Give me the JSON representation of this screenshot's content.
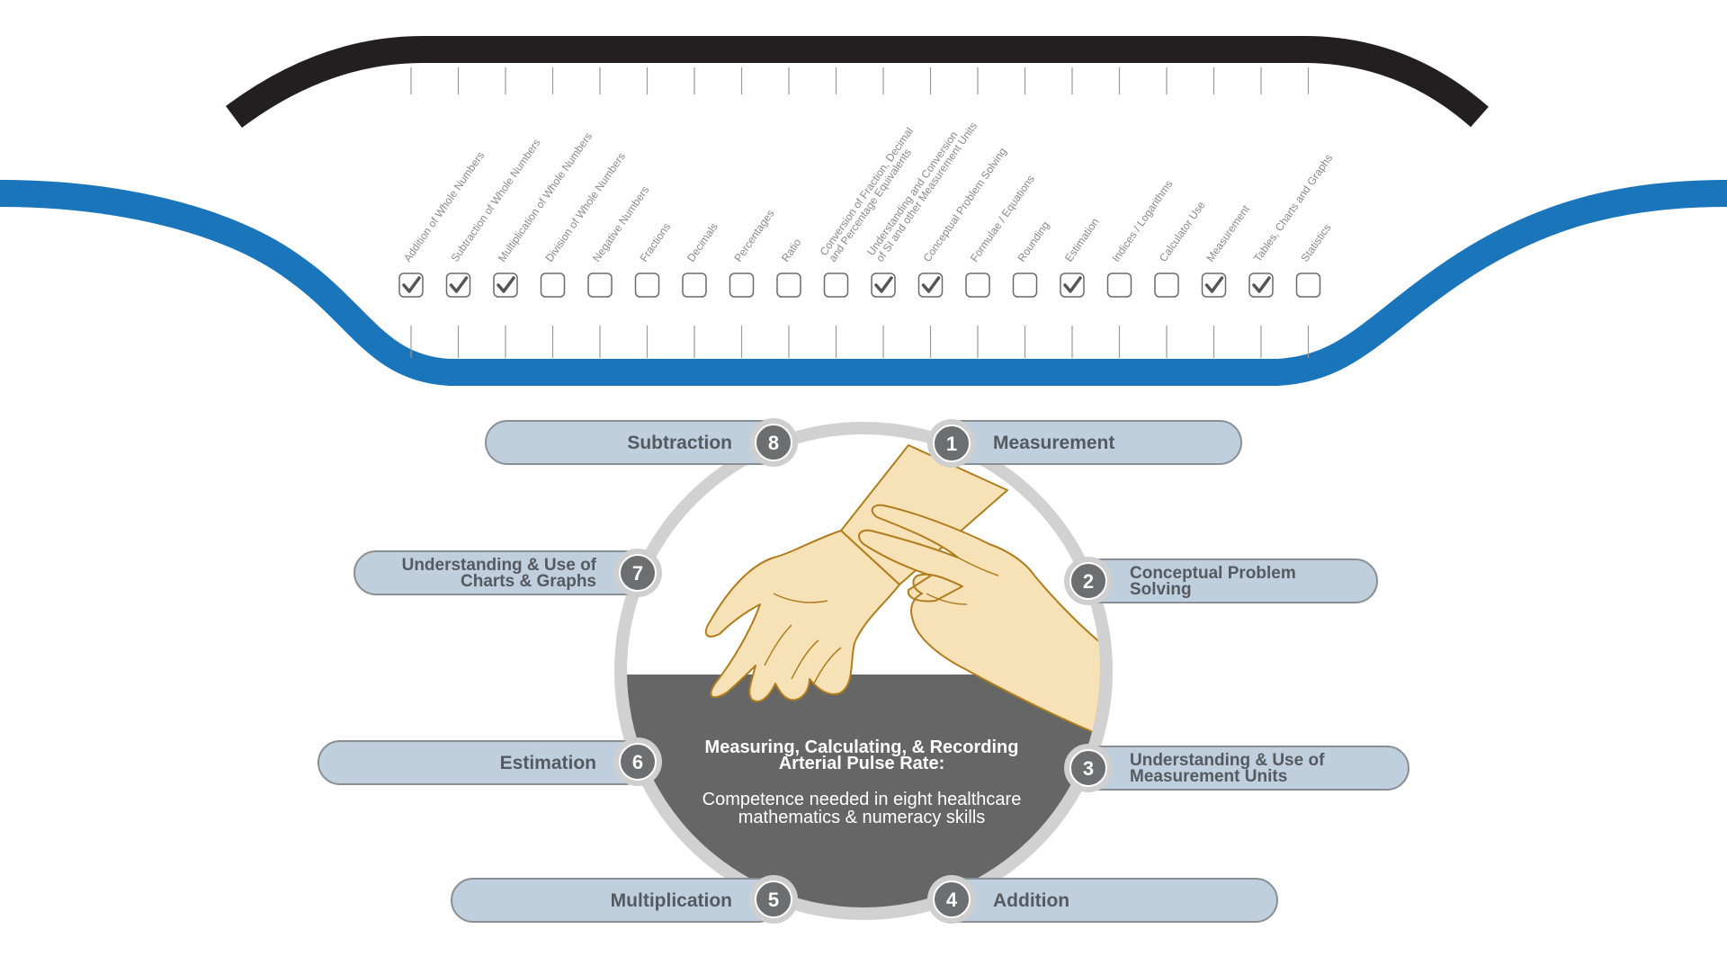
{
  "skills_strip": {
    "skills": [
      {
        "label": [
          "Addition of Whole Numbers"
        ],
        "checked": true
      },
      {
        "label": [
          "Subtraction of Whole Numbers"
        ],
        "checked": true
      },
      {
        "label": [
          "Multiplication of Whole Numbers"
        ],
        "checked": true
      },
      {
        "label": [
          "Division of Whole Numbers"
        ],
        "checked": false
      },
      {
        "label": [
          "Negative Numbers"
        ],
        "checked": false
      },
      {
        "label": [
          "Fractions"
        ],
        "checked": false
      },
      {
        "label": [
          "Decimals"
        ],
        "checked": false
      },
      {
        "label": [
          "Percentages"
        ],
        "checked": false
      },
      {
        "label": [
          "Ratio"
        ],
        "checked": false
      },
      {
        "label": [
          "Conversion of Fraction, Decimal",
          "and Percentage Equivalents"
        ],
        "checked": false
      },
      {
        "label": [
          "Understanding and Conversion",
          "of SI and other Measurement Units"
        ],
        "checked": true
      },
      {
        "label": [
          "Conceptual Problem Solving"
        ],
        "checked": true
      },
      {
        "label": [
          "Formulae / Equations"
        ],
        "checked": false
      },
      {
        "label": [
          "Rounding"
        ],
        "checked": false
      },
      {
        "label": [
          "Estimation"
        ],
        "checked": true
      },
      {
        "label": [
          "Indices / Logarithms"
        ],
        "checked": false
      },
      {
        "label": [
          "Calculator Use"
        ],
        "checked": false
      },
      {
        "label": [
          "Measurement"
        ],
        "checked": true
      },
      {
        "label": [
          "Tables, Charts and Graphs"
        ],
        "checked": true
      },
      {
        "label": [
          "Statistics"
        ],
        "checked": false
      }
    ]
  },
  "diagram": {
    "center": {
      "title": [
        "Measuring, Calculating, & Recording",
        "Arterial Pulse Rate:"
      ],
      "subtitle": [
        "Competence needed in eight healthcare",
        "mathematics & numeracy skills"
      ]
    },
    "skills": [
      {
        "number": "1",
        "label": [
          "Measurement"
        ]
      },
      {
        "number": "2",
        "label": [
          "Conceptual Problem",
          "Solving"
        ]
      },
      {
        "number": "3",
        "label": [
          "Understanding & Use of",
          "Measurement Units"
        ]
      },
      {
        "number": "4",
        "label": [
          "Addition"
        ]
      },
      {
        "number": "5",
        "label": [
          "Multiplication"
        ]
      },
      {
        "number": "6",
        "label": [
          "Estimation"
        ]
      },
      {
        "number": "7",
        "label": [
          "Understanding & Use of",
          "Charts & Graphs"
        ]
      },
      {
        "number": "8",
        "label": [
          "Subtraction"
        ]
      }
    ]
  },
  "colors": {
    "top_band": "#231f20",
    "blue_band": "#1a75bb",
    "pill_fill": "#bfcfdd",
    "pill_stroke": "#8a8f94",
    "badge_fill": "#6d6e70",
    "badge_ring": "#cfcfcf",
    "circle_ring": "#d1d1d1",
    "center_fill": "#666666",
    "checkmark": "#555555",
    "skin": "#f7e1b7",
    "skin_outline": "#b07d1c"
  },
  "icons": {
    "checkbox": "checkbox-icon",
    "checkmark": "checkmark-icon",
    "hands": "pulse-hands-illustration"
  }
}
